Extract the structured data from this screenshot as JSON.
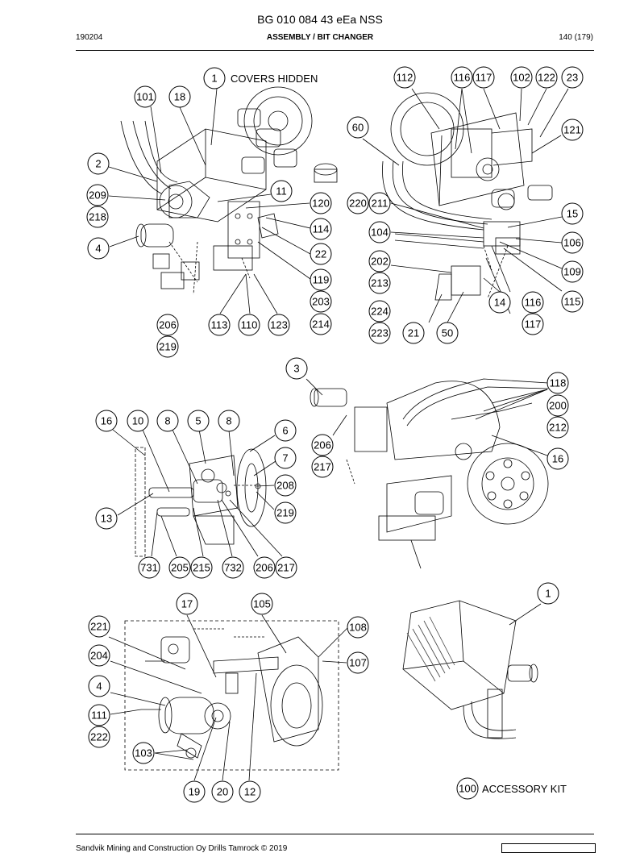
{
  "header": {
    "title": "BG 010 084 43 eEa NSS",
    "date_code": "190204",
    "section": "ASSEMBLY / BIT CHANGER",
    "page": "140 (179)"
  },
  "footer": {
    "copyright": "Sandvik Mining and Construction Oy Drills Tamrock © 2019"
  },
  "notes": {
    "covers_hidden": "COVERS HIDDEN",
    "accessory_kit": "ACCESSORY KIT"
  },
  "callouts": {
    "top_left": [
      "1",
      "101",
      "18",
      "2",
      "209",
      "218",
      "4",
      "11",
      "120",
      "114",
      "22",
      "119",
      "203",
      "214",
      "206",
      "219",
      "113",
      "110",
      "123"
    ],
    "top_right": [
      "112",
      "116",
      "117",
      "102",
      "122",
      "23",
      "60",
      "121",
      "220",
      "211",
      "15",
      "104",
      "106",
      "109",
      "202",
      "213",
      "14",
      "116",
      "115",
      "224",
      "223",
      "21",
      "50",
      "117"
    ],
    "middle": [
      "3",
      "118",
      "200",
      "212",
      "16",
      "206",
      "217"
    ],
    "left_mid": [
      "16",
      "10",
      "8",
      "5",
      "8",
      "6",
      "7",
      "208",
      "219",
      "13",
      "731",
      "205",
      "215",
      "732",
      "206",
      "217"
    ],
    "bottom_left": [
      "17",
      "105",
      "221",
      "108",
      "204",
      "107",
      "4",
      "111",
      "222",
      "103",
      "19",
      "20",
      "12"
    ],
    "bottom_right": [
      "1",
      "100"
    ]
  }
}
